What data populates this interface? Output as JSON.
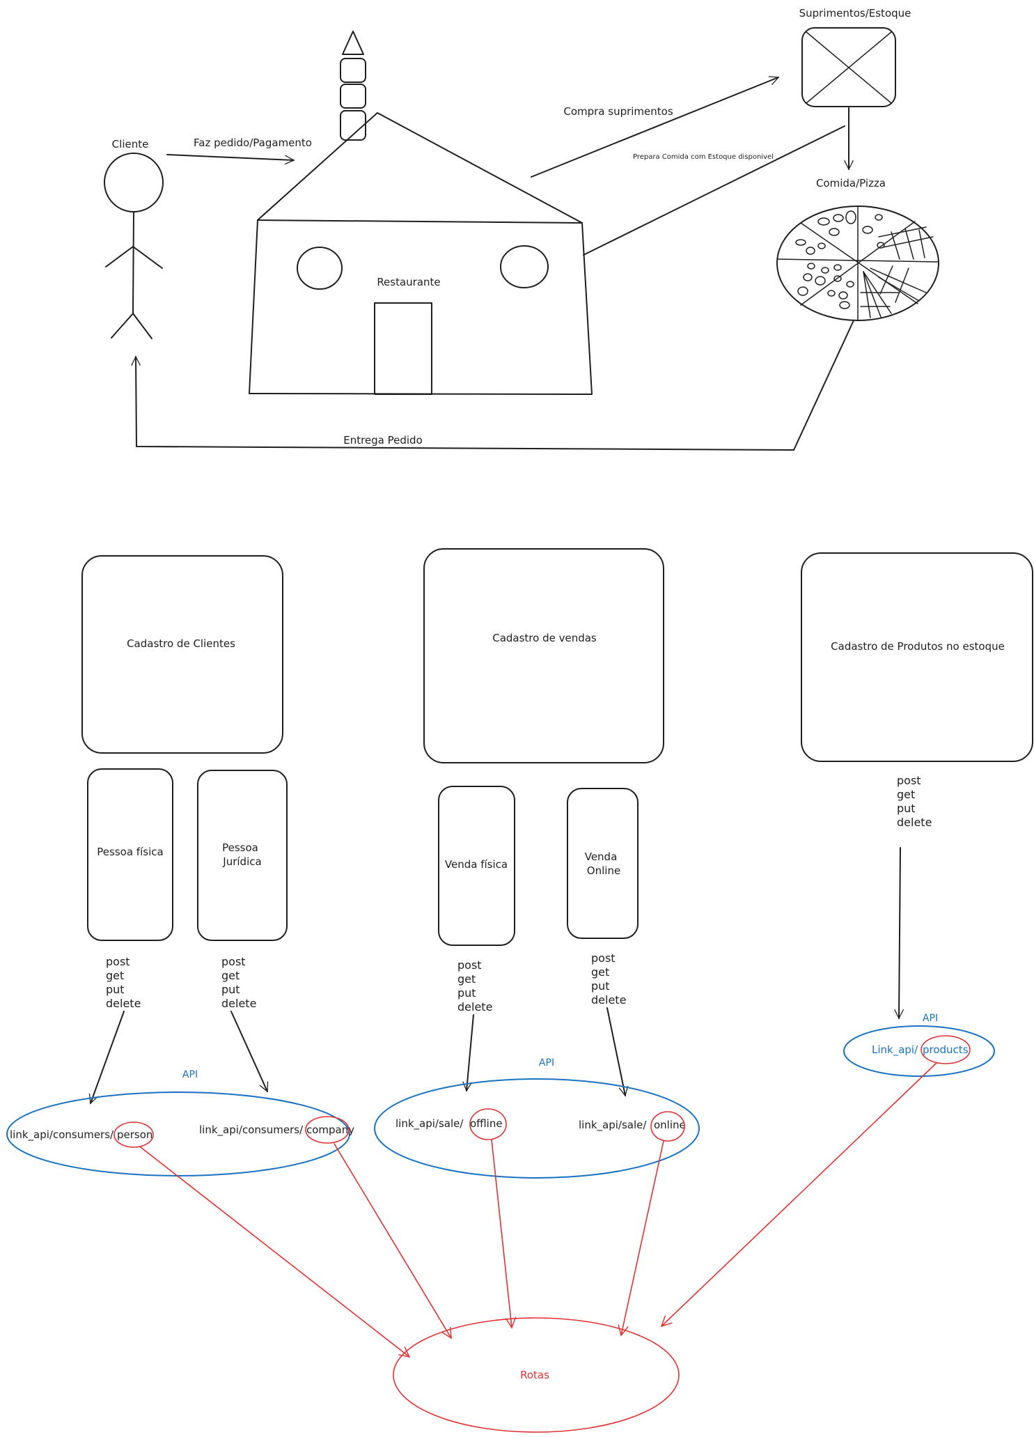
{
  "scene": {
    "cliente_label": "Cliente",
    "pedido_label": "Faz pedido/Pagamento",
    "restaurante_label": "Restaurante",
    "compra_label": "Compra suprimentos",
    "estoque_label": "Suprimentos/Estoque",
    "prepara_label": "Prepara Comida com Estoque disponivel",
    "comida_label": "Comida/Pizza",
    "entrega_label": "Entrega Pedido"
  },
  "modules": {
    "clientes": {
      "title": "Cadastro de Clientes",
      "sub1": {
        "line1": "Pessoa física",
        "line2": ""
      },
      "sub2": {
        "line1": "Pessoa",
        "line2": "Jurídica"
      }
    },
    "vendas": {
      "title": "Cadastro de vendas",
      "sub1": {
        "line1": "Venda física",
        "line2": ""
      },
      "sub2": {
        "line1": "Venda",
        "line2": "Online"
      }
    },
    "produtos": {
      "title": "Cadastro de Produtos no estoque"
    }
  },
  "methods": [
    "post",
    "get",
    "put",
    "delete"
  ],
  "apis": {
    "label": "API",
    "consumers": {
      "prefix": "link_api/consumers/",
      "route_person": "person",
      "route_company": "company"
    },
    "sale": {
      "prefix": "link_api/sale/",
      "route_offline": "offline",
      "route_online": "online"
    },
    "products": {
      "prefix": "Link_api/",
      "route_products": "products"
    }
  },
  "rotas_label": "Rotas",
  "colors": {
    "ink": "#1e1e1e",
    "api": "#1971c2",
    "route": "#e03131"
  }
}
